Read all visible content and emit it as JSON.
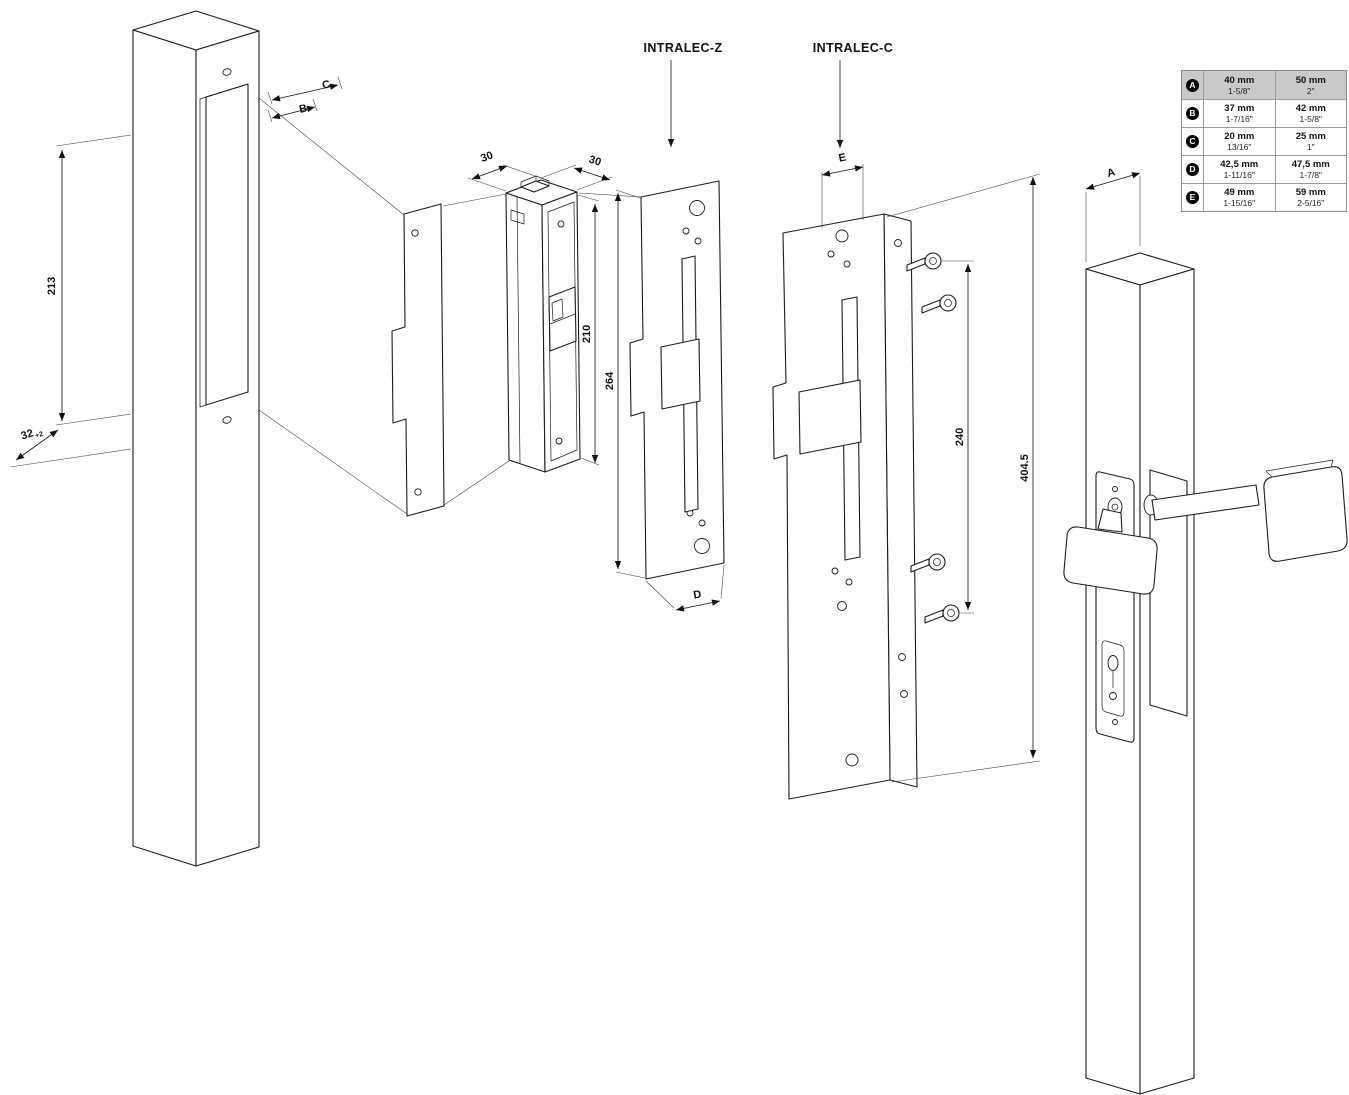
{
  "labels": {
    "intralec_z": "INTRALEC-Z",
    "intralec_c": "INTRALEC-C"
  },
  "dims": {
    "h213": "213",
    "t32": "32",
    "t32tol": "+2",
    "c": "C",
    "b": "B",
    "w30l": "30",
    "w30r": "30",
    "h210": "210",
    "h264": "264",
    "e": "E",
    "s240": "240",
    "h4045": "404.5",
    "d": "D",
    "a": "A"
  },
  "table": {
    "rows": [
      {
        "letter": "A",
        "mm1": "40 mm",
        "in1": "1-5/8\"",
        "mm2": "50 mm",
        "in2": "2\""
      },
      {
        "letter": "B",
        "mm1": "37 mm",
        "in1": "1-7/16\"",
        "mm2": "42 mm",
        "in2": "1-5/8\""
      },
      {
        "letter": "C",
        "mm1": "20 mm",
        "in1": "13/16\"",
        "mm2": "25 mm",
        "in2": "1\""
      },
      {
        "letter": "D",
        "mm1": "42,5 mm",
        "in1": "1-11/16\"",
        "mm2": "47,5 mm",
        "in2": "1-7/8\""
      },
      {
        "letter": "E",
        "mm1": "49 mm",
        "in1": "1-15/16\"",
        "mm2": "59 mm",
        "in2": "2-5/16\""
      }
    ]
  }
}
